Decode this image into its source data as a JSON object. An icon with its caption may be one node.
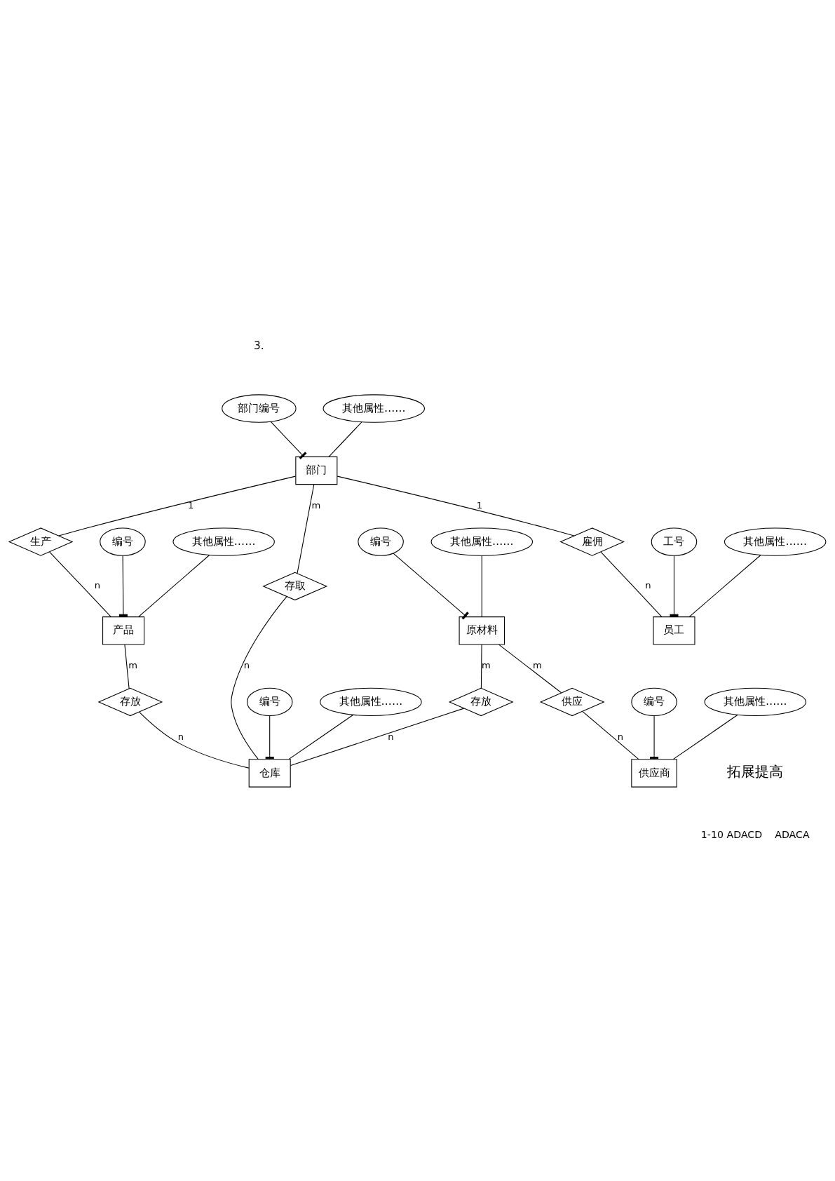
{
  "diagram": {
    "nodes": [
      {
        "text": [
          "部门编号"
        ]
      },
      {
        "text": [
          "其他属性……"
        ]
      },
      {
        "text": [
          "部门"
        ]
      },
      {
        "text": [
          "生产"
        ]
      },
      {
        "text": [
          "编号"
        ]
      },
      {
        "text": [
          "其他属性……"
        ]
      },
      {
        "text": [
          "产品"
        ]
      },
      {
        "text": [
          "存放"
        ]
      },
      {
        "text": [
          "雇佣"
        ]
      },
      {
        "text": [
          "存取"
        ]
      },
      {
        "text": [
          "工号"
        ]
      },
      {
        "text": [
          "员工"
        ]
      },
      {
        "text": [
          "其他属性……"
        ]
      },
      {
        "text": [
          "编号"
        ]
      },
      {
        "text": [
          "仓库"
        ]
      },
      {
        "text": [
          "其他属性……"
        ]
      },
      {
        "text": [
          "原材料"
        ]
      },
      {
        "text": [
          "存放"
        ]
      },
      {
        "text": [
          "编号"
        ]
      },
      {
        "text": [
          "其他属性……"
        ]
      },
      {
        "text": [
          "供应"
        ]
      },
      {
        "text": [
          "供应商"
        ]
      },
      {
        "text": [
          "编号"
        ]
      },
      {
        "text": [
          "其他属性……"
        ]
      }
    ],
    "edges": [
      {
        "from": 0,
        "to": 2,
        "arrow": "other"
      },
      {
        "from": 1,
        "to": 2,
        "arrow": "none"
      },
      {
        "from": 2,
        "to": 3,
        "arrow": "none",
        "label": "1"
      },
      {
        "from": 3,
        "to": 6,
        "arrow": "none",
        "label": "n"
      },
      {
        "from": 4,
        "to": 6,
        "arrow": "other"
      },
      {
        "from": 5,
        "to": 6,
        "arrow": "none"
      },
      {
        "from": 6,
        "to": 7,
        "arrow": "none",
        "label": "m"
      },
      {
        "from": 7,
        "to": 14,
        "arrow": "none",
        "label": "n"
      },
      {
        "from": 2,
        "to": 8,
        "arrow": "none",
        "label": "1"
      },
      {
        "from": 8,
        "to": 11,
        "arrow": "none",
        "label": "n"
      },
      {
        "from": 2,
        "to": 9,
        "arrow": "none",
        "label": "m"
      },
      {
        "from": 9,
        "to": 14,
        "arrow": "none",
        "label": "n"
      },
      {
        "from": 10,
        "to": 11,
        "arrow": "other"
      },
      {
        "from": 12,
        "to": 11,
        "arrow": "none"
      },
      {
        "from": 13,
        "to": 14,
        "arrow": "other"
      },
      {
        "from": 15,
        "to": 14,
        "arrow": "none"
      },
      {
        "from": 16,
        "to": 17,
        "arrow": "none",
        "label": "m"
      },
      {
        "from": 17,
        "to": 14,
        "arrow": "none",
        "label": "n"
      },
      {
        "from": 18,
        "to": 16,
        "arrow": "other"
      },
      {
        "from": 19,
        "to": 16,
        "arrow": "none"
      },
      {
        "from": 16,
        "to": 20,
        "arrow": "none",
        "label": "m"
      },
      {
        "from": 20,
        "to": 21,
        "arrow": "none",
        "label": "n"
      },
      {
        "from": 22,
        "to": 21,
        "arrow": "other"
      },
      {
        "from": 23,
        "to": 21,
        "arrow": "none"
      }
    ],
    "labels": [
      "3.",
      "拓展提高",
      "1-10 ADACD    ADACA"
    ]
  }
}
